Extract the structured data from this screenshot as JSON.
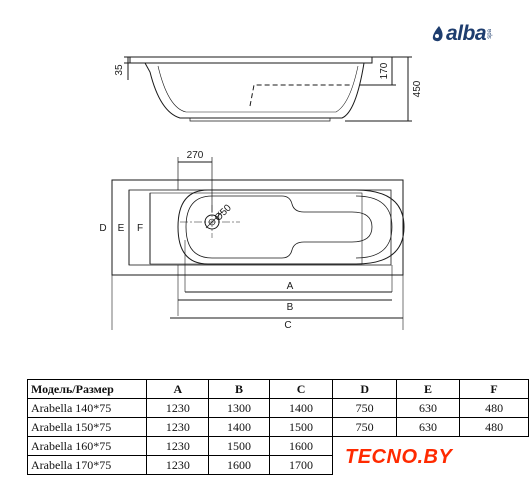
{
  "brand": {
    "logo_text": "alba",
    "logo_sub": "spa",
    "watermark": "TECNO.BY"
  },
  "side_view": {
    "dims": [
      "35",
      "170",
      "450"
    ]
  },
  "top_view": {
    "dims": [
      "270",
      "Ø50",
      "A",
      "B",
      "C",
      "D",
      "E",
      "F"
    ]
  },
  "table": {
    "headers": [
      "Модель/Размер",
      "A",
      "B",
      "C",
      "D",
      "E",
      "F"
    ],
    "rows": [
      [
        "Arabella 140*75",
        "1230",
        "1300",
        "1400",
        "750",
        "630",
        "480"
      ],
      [
        "Arabella 150*75",
        "1230",
        "1400",
        "1500",
        "750",
        "630",
        "480"
      ],
      [
        "Arabella 160*75",
        "1230",
        "1500",
        "1600",
        "",
        "",
        ""
      ],
      [
        "Arabella 170*75",
        "1230",
        "1600",
        "1700",
        "",
        "",
        ""
      ]
    ]
  },
  "colors": {
    "line": "#1a1a1a",
    "logo": "#1e3d6e",
    "watermark": "#ff2a00"
  }
}
